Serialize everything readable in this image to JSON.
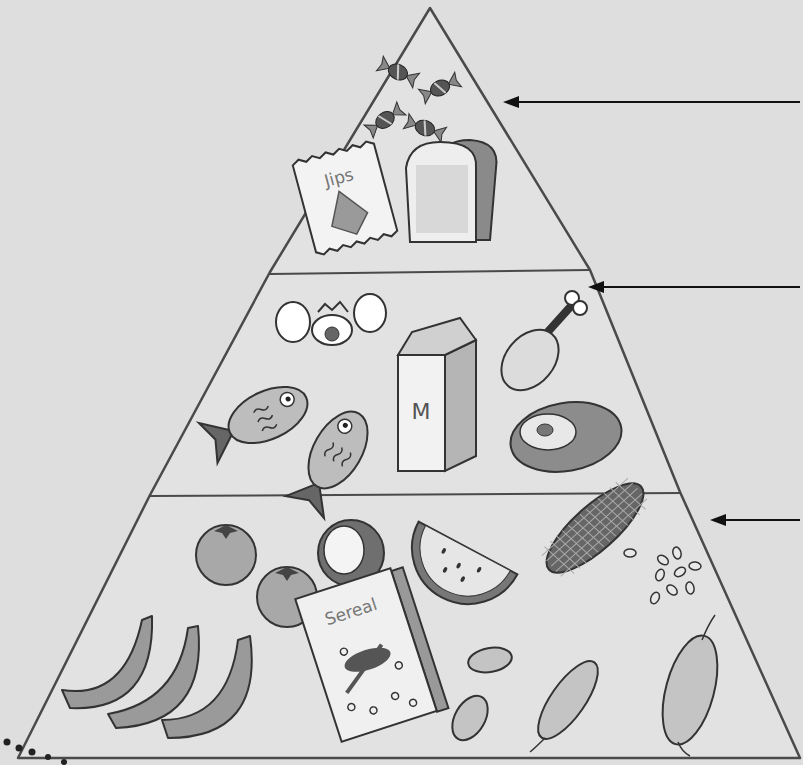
{
  "diagram": {
    "labels": [
      "Jips",
      "M",
      "Sereal"
    ]
  }
}
